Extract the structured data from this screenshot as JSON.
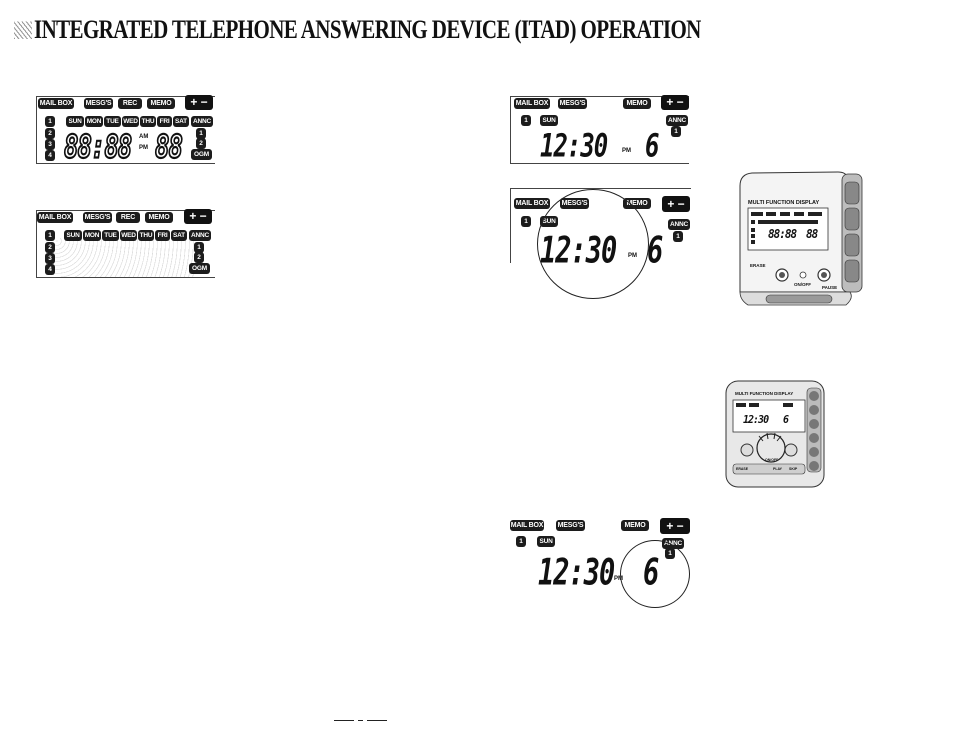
{
  "title": "INTEGRATED TELEPHONE ANSWERING DEVICE (ITAD) OPERATION",
  "lcd_full": {
    "top_row": [
      "MAIL BOX",
      "MESG'S",
      "REC",
      "MEMO"
    ],
    "pm_key": "+ −",
    "days": [
      "SUN",
      "MON",
      "TUE",
      "WED",
      "THU",
      "FRI",
      "SAT"
    ],
    "annc": "ANNC",
    "ogm": "OGM",
    "mailboxes": [
      "1",
      "2",
      "3",
      "4"
    ],
    "annc_nums": [
      "1",
      "2"
    ],
    "time": "88:88",
    "am": "AM",
    "pm": "PM",
    "count": "88"
  },
  "lcd_short": {
    "top_row": [
      "MAIL BOX",
      "MESG'S",
      "MEMO"
    ],
    "pm_key": "+ −",
    "day": "SUN",
    "mailbox": "1",
    "annc": "ANNC",
    "annc_num": "1",
    "time": "12:30",
    "pm": "PM",
    "count": "6"
  },
  "device_large": {
    "heading": "MULTI FUNCTION DISPLAY",
    "left_label": "ERASE",
    "center_label": "ON/OFF",
    "right_label": "PAUSE",
    "readout": "88:88",
    "readout2": "88"
  },
  "device_small": {
    "heading": "MULTI FUNCTION DISPLAY",
    "readout": "12:30",
    "count": "6",
    "keys": [
      "ERASE",
      "ON/OFF",
      "PLAY",
      "SKIP"
    ]
  }
}
